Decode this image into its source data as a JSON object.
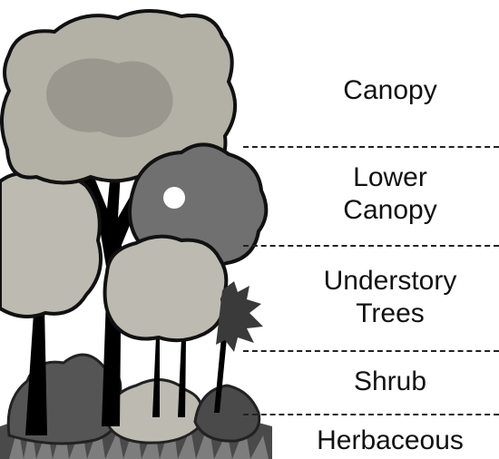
{
  "diagram": {
    "layers": [
      {
        "label_lines": [
          "Canopy"
        ]
      },
      {
        "label_lines": [
          "Lower",
          "Canopy"
        ]
      },
      {
        "label_lines": [
          "Understory",
          "Trees"
        ]
      },
      {
        "label_lines": [
          "Shrub"
        ]
      },
      {
        "label_lines": [
          "Herbaceous"
        ]
      }
    ],
    "colors": {
      "canopy_light": "#b3b0a6",
      "canopy_mid": "#9a978e",
      "lower_canopy": "#707070",
      "understory": "#bdbab2",
      "shrub": "#555555",
      "trunk": "#000000",
      "divider": "#222222"
    }
  }
}
